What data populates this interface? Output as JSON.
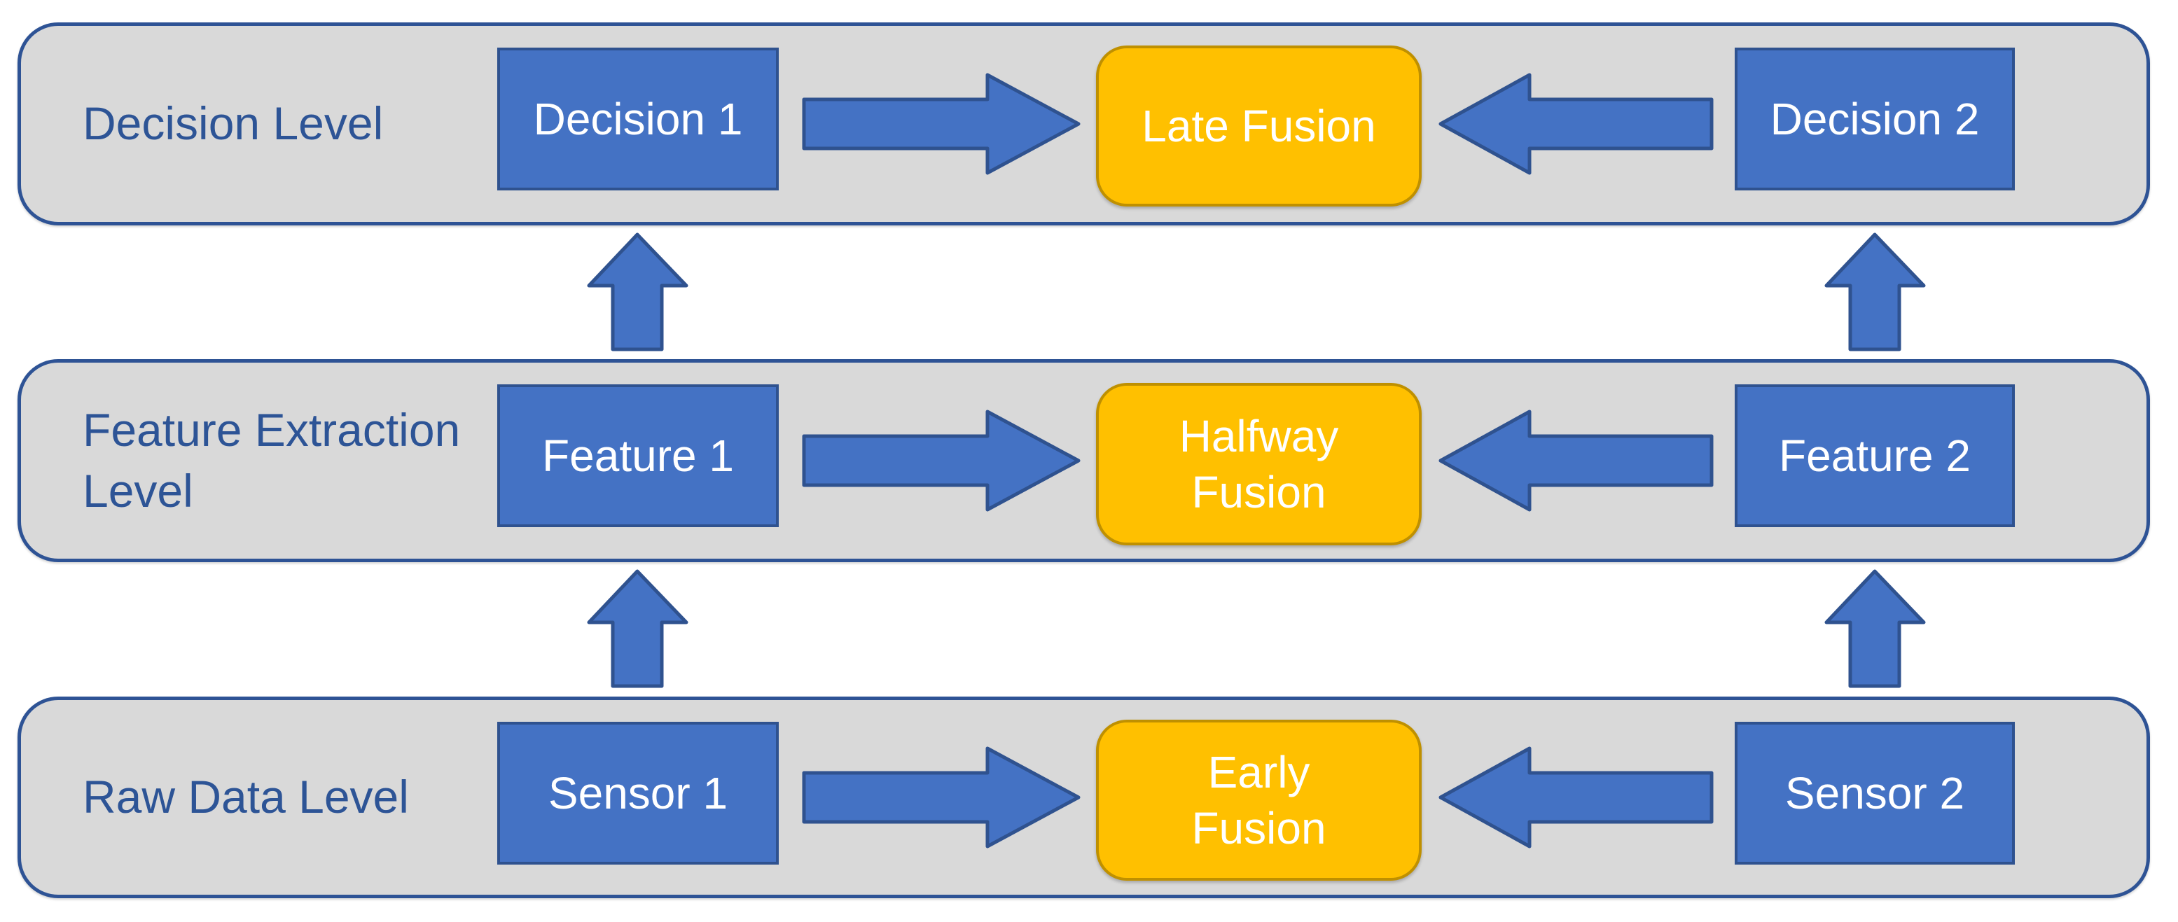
{
  "colors": {
    "background": "#ffffff",
    "band_fill": "#d9d9d9",
    "band_border": "#2e5395",
    "band_label_text": "#2d5496",
    "blue_box_fill": "#4472c4",
    "blue_box_border": "#2f528f",
    "fusion_box_fill": "#ffc000",
    "fusion_box_border": "#bf9000",
    "box_text": "#ffffff",
    "arrow_fill": "#4472c4",
    "arrow_border": "#2f528f"
  },
  "icons": {
    "right_arrow": "right-arrow-icon",
    "left_arrow": "left-arrow-icon",
    "up_arrow": "up-arrow-icon"
  },
  "diagram": {
    "levels": [
      {
        "label": [
          "Decision Level"
        ],
        "left_box": "Decision 1",
        "fusion_box": [
          "Late Fusion"
        ],
        "right_box": "Decision 2"
      },
      {
        "label": [
          "Feature Extraction",
          "Level"
        ],
        "left_box": "Feature 1",
        "fusion_box": [
          "Halfway",
          "Fusion"
        ],
        "right_box": "Feature 2"
      },
      {
        "label": [
          "Raw Data Level"
        ],
        "left_box": "Sensor 1",
        "fusion_box": [
          "Early",
          "Fusion"
        ],
        "right_box": "Sensor 2"
      }
    ],
    "connections": {
      "within_level": "left box and right box each point into the central fusion box",
      "between_levels": "upward arrows from Raw Data Level to Feature Extraction Level and from Feature Extraction Level to Decision Level, under both box columns"
    }
  }
}
